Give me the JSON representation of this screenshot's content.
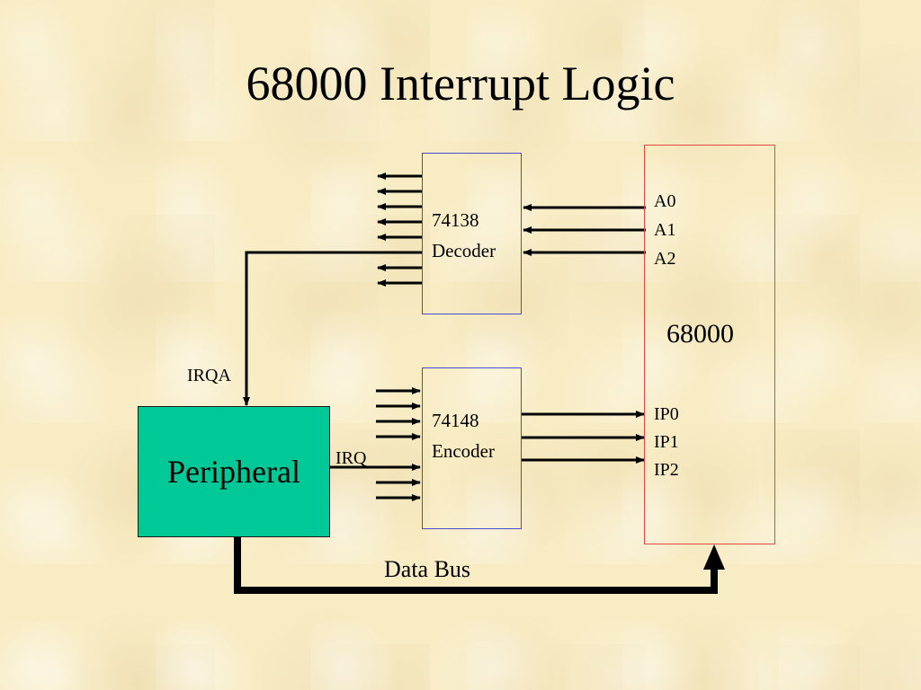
{
  "title": "68000 Interrupt Logic",
  "decoder": {
    "part": "74138",
    "name": "Decoder"
  },
  "encoder": {
    "part": "74148",
    "name": "Encoder"
  },
  "cpu": {
    "name": "68000",
    "address_pins": [
      "A0",
      "A1",
      "A2"
    ],
    "interrupt_pins": [
      "IP0",
      "IP1",
      "IP2"
    ]
  },
  "peripheral": {
    "name": "Peripheral"
  },
  "signals": {
    "irqa": "IRQA",
    "irq": "IRQ",
    "data_bus": "Data Bus"
  },
  "colors": {
    "background": "#f8ecc4",
    "peripheral_fill": "#00c896",
    "chip_border": "#4a4ad0",
    "cpu_border": "#e04848"
  }
}
